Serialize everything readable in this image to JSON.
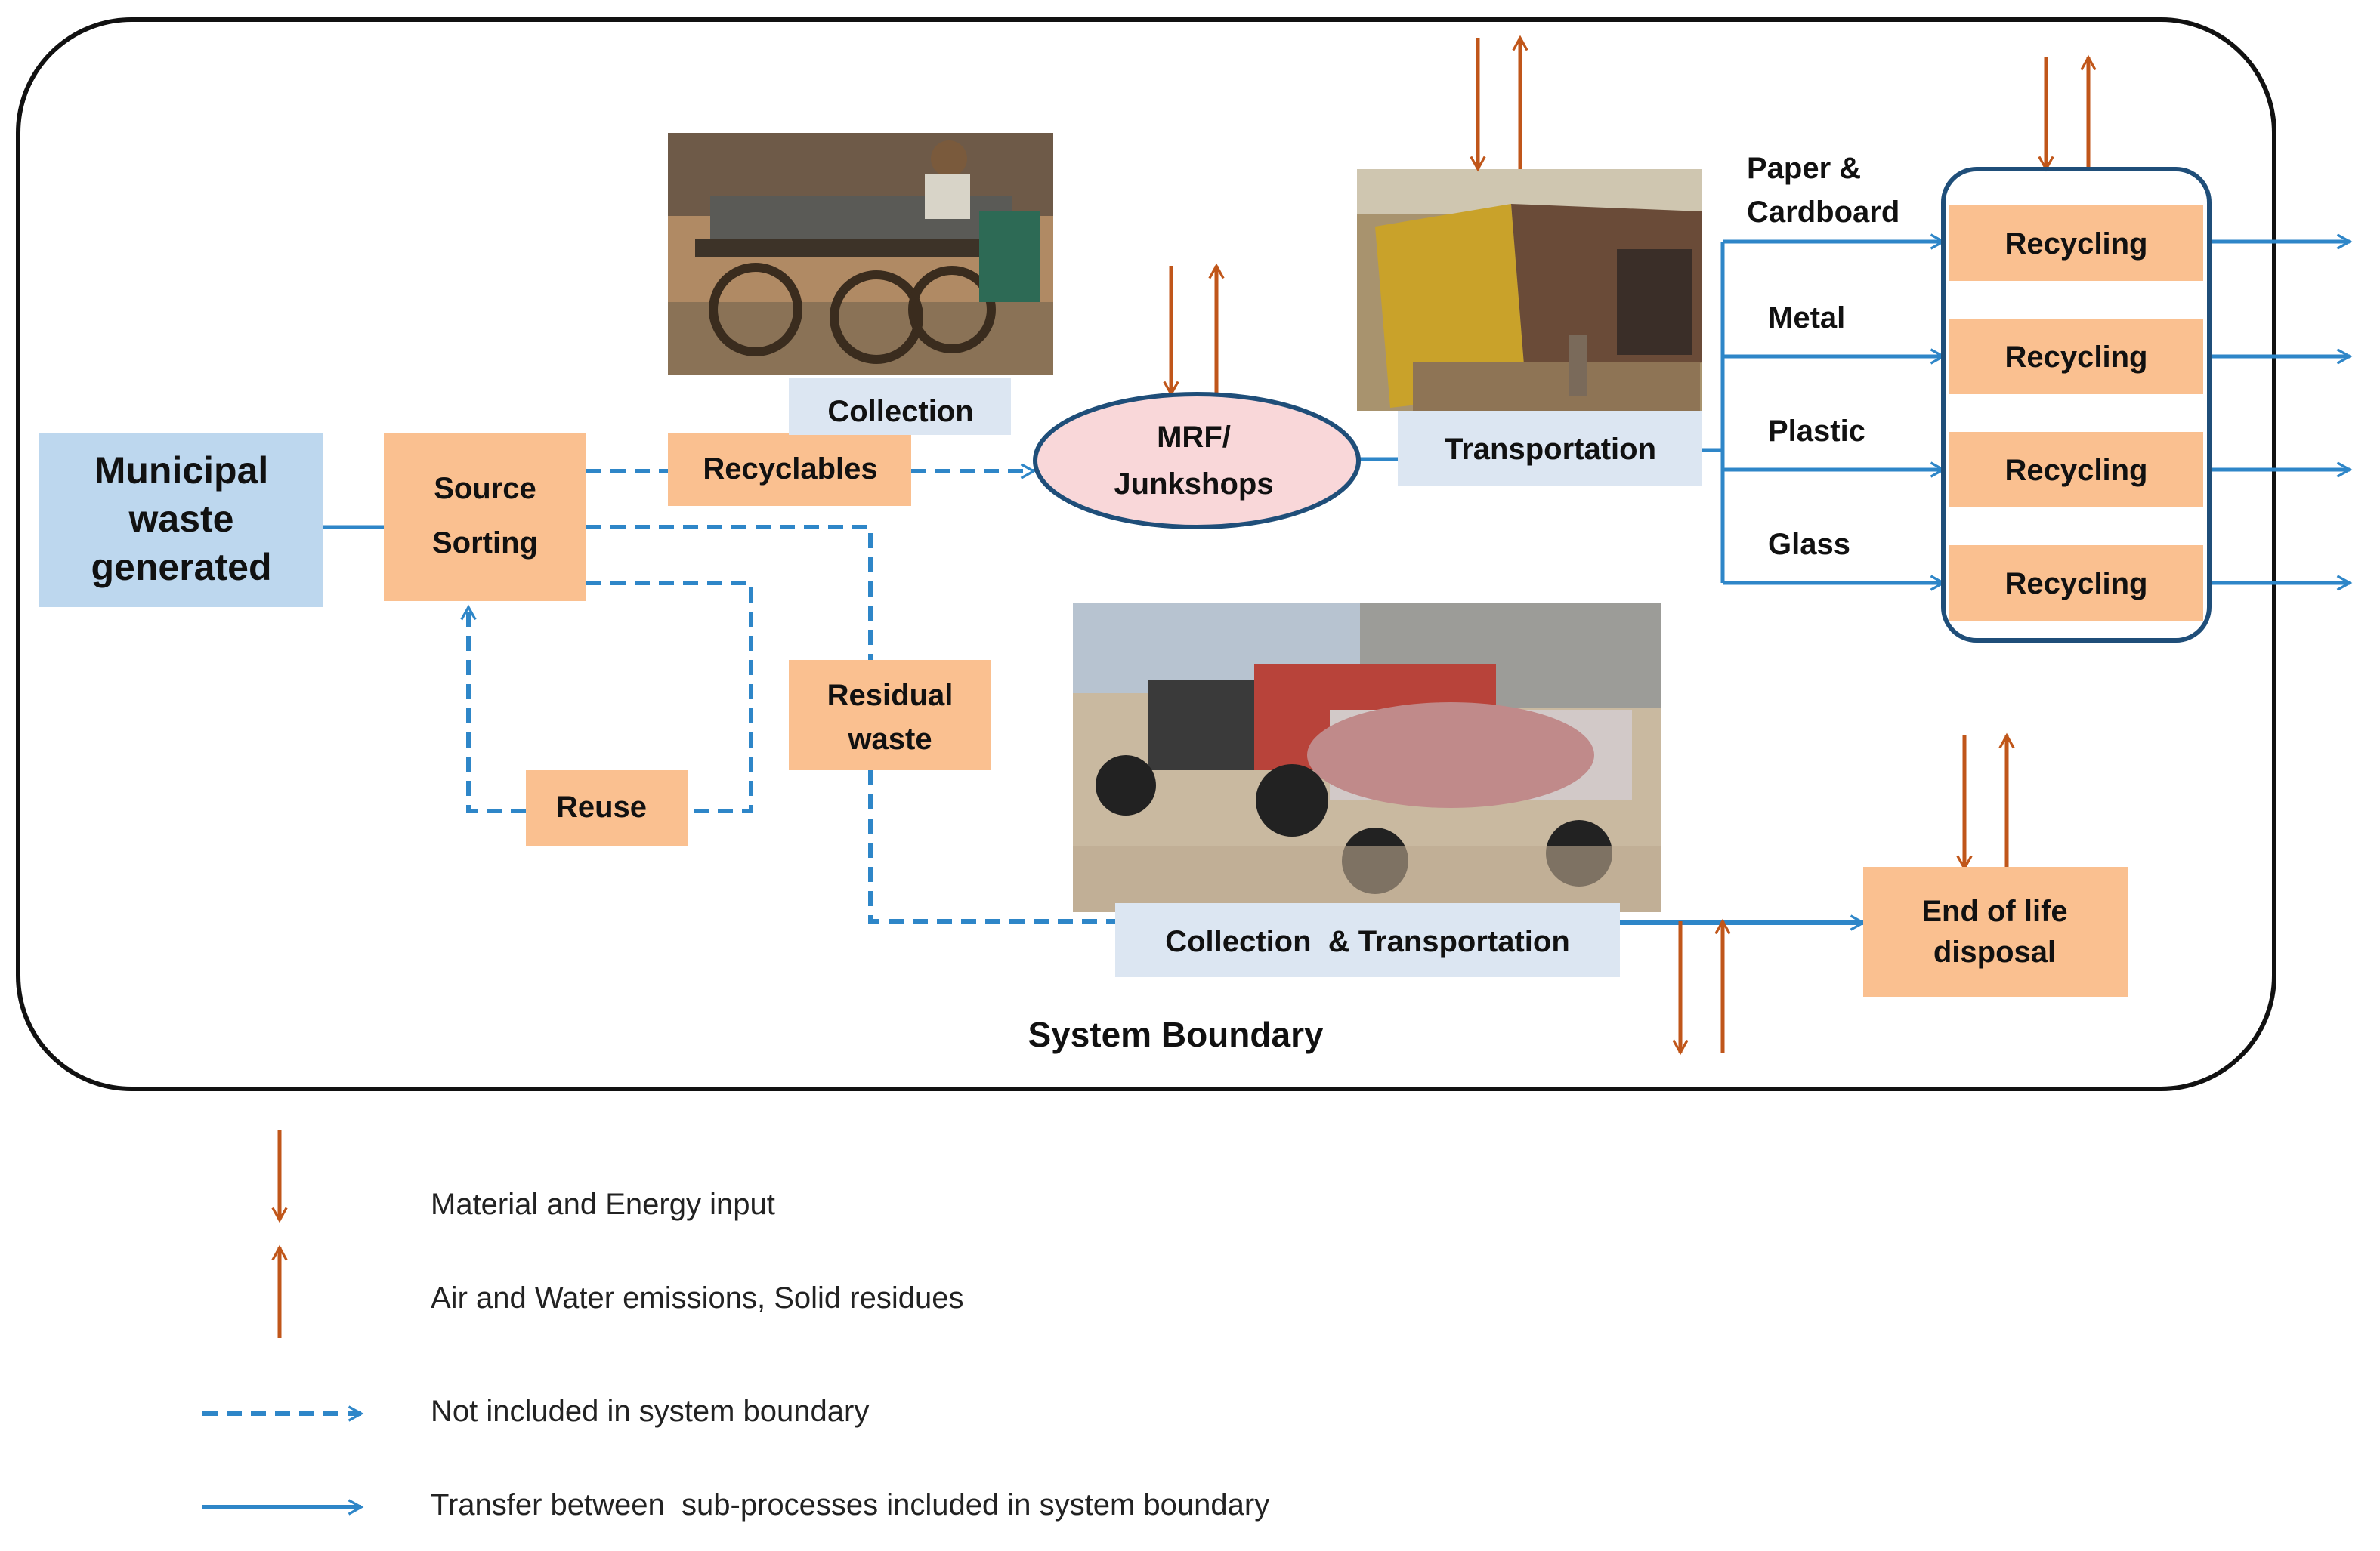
{
  "nodes": {
    "municipal": [
      "Municipal",
      "waste",
      "generated"
    ],
    "source": [
      "Source",
      "Sorting"
    ],
    "recyclables": "Recyclables",
    "residual": [
      "Residual",
      "waste"
    ],
    "reuse": "Reuse",
    "collection_top": "Collection",
    "mrf": [
      "MRF/",
      "Junkshops"
    ],
    "transportation": "Transportation",
    "collection_transport": "Collection  & Transportation",
    "end_of_life": [
      "End of life",
      "disposal"
    ],
    "material_labels": [
      "Paper &",
      "Cardboard",
      "Metal",
      "Plastic",
      "Glass"
    ],
    "recycling": [
      "Recycling",
      "Recycling",
      "Recycling",
      "Recycling"
    ],
    "boundary_label": "System Boundary"
  },
  "photos": {
    "collection_cart": "collection-cart-photo",
    "transport_truck": "transport-truck-photo",
    "tractor_trailer": "tractor-trailer-photo"
  },
  "legend": [
    {
      "icon": "down-arrow-icon",
      "text": "Material and Energy input"
    },
    {
      "icon": "up-arrow-icon",
      "text": "Air and Water emissions, Solid residues"
    },
    {
      "icon": "dashed-arrow-icon",
      "text": "Not included in system boundary"
    },
    {
      "icon": "solid-arrow-icon",
      "text": "Transfer between  sub-processes included in system boundary"
    }
  ],
  "colors": {
    "orange_box": "#FAC090",
    "blue_box": "#BDD7EE",
    "light_blue_box": "#DCE6F2",
    "pink_ellipse": "#F9D7D9",
    "flow_blue": "#2E86C8",
    "emission_brown": "#C0561A",
    "outline_dark": "#1F4E79"
  }
}
